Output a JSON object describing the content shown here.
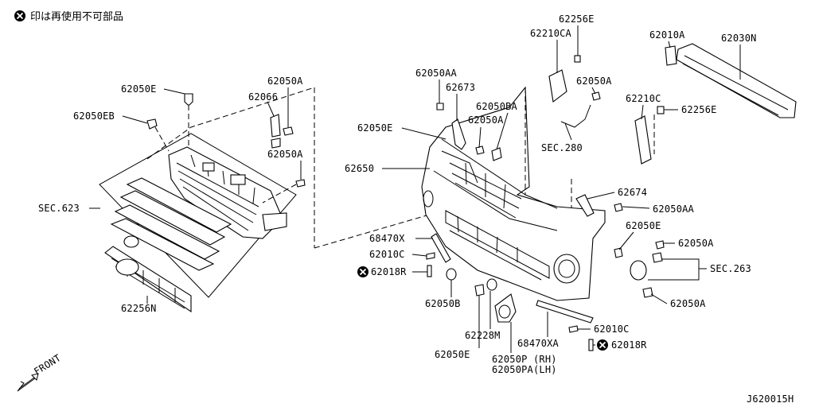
{
  "legend": {
    "note": "印は再使用不可部品",
    "symbol": "x-circle-icon"
  },
  "diagram_id": "J620015H",
  "front_label": "FRONT",
  "labels": {
    "p62050E_top": "62050E",
    "p62050EB": "62050EB",
    "p62066": "62066",
    "p62050A_1": "62050A",
    "p62050A_2": "62050A",
    "sec623": "SEC.623",
    "p62256N": "62256N",
    "p62050AA_top": "62050AA",
    "p62673": "62673",
    "p62050BA": "62050BA",
    "p62050E_mid": "62050E",
    "p62050A_3": "62050A",
    "p62650": "62650",
    "p62256E_top": "62256E",
    "p62210CA": "62210CA",
    "p62050A_4": "62050A",
    "sec280": "SEC.280",
    "p62010A": "62010A",
    "p62030N": "62030N",
    "p62210C": "62210C",
    "p62256E_right": "62256E",
    "p62674": "62674",
    "p62050AA_right": "62050AA",
    "p62050E_right": "62050E",
    "p62050A_5": "62050A",
    "sec263": "SEC.263",
    "p62050A_6": "62050A",
    "p68470X": "68470X",
    "p62010C_left": "62010C",
    "p62018R_left": "62018R",
    "p62050B": "62050B",
    "p62228M": "62228M",
    "p62050E_bottom": "62050E",
    "p68470XA": "68470XA",
    "p62010C_right": "62010C",
    "p62018R_right": "62018R",
    "p62050P": "62050P (RH)",
    "p62050PA": "62050PA(LH)"
  }
}
